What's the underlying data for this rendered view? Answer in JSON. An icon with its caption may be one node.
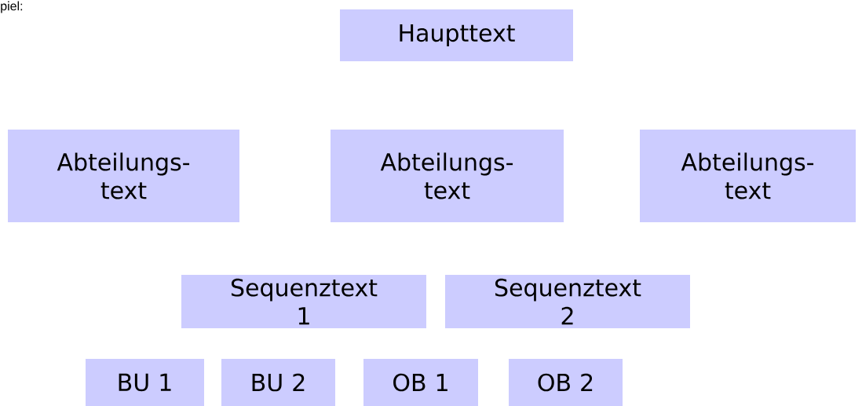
{
  "diagram": {
    "nodes": [
      {
        "text": [
          "Haupttext"
        ]
      },
      {
        "text": [
          "Abteilungs- text"
        ]
      },
      {
        "text": [
          "Abteilungs- text"
        ]
      },
      {
        "text": [
          "Abteilungs- text"
        ]
      },
      {
        "text": [
          "Sequenztext 1"
        ]
      },
      {
        "text": [
          "Sequenztext 2"
        ]
      },
      {
        "text": [
          "BU 1"
        ]
      },
      {
        "text": [
          "BU 2"
        ]
      },
      {
        "text": [
          "OB 1"
        ]
      },
      {
        "text": [
          "OB 2"
        ]
      }
    ],
    "labels": [
      "piel:"
    ]
  }
}
